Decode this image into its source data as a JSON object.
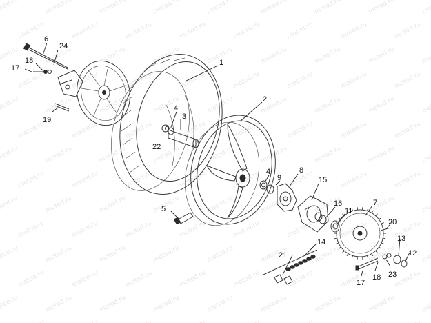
{
  "watermark": {
    "text": "motod.ru",
    "color": "#e6e6e6"
  },
  "callouts": [
    {
      "id": "c1",
      "text": "1"
    },
    {
      "id": "c2",
      "text": "2"
    },
    {
      "id": "c3",
      "text": "3"
    },
    {
      "id": "c4a",
      "text": "4"
    },
    {
      "id": "c4b",
      "text": "4"
    },
    {
      "id": "c5",
      "text": "5"
    },
    {
      "id": "c6",
      "text": "6"
    },
    {
      "id": "c7",
      "text": "7"
    },
    {
      "id": "c8",
      "text": "8"
    },
    {
      "id": "c9",
      "text": "9"
    },
    {
      "id": "c11",
      "text": "11"
    },
    {
      "id": "c12",
      "text": "12"
    },
    {
      "id": "c13",
      "text": "13"
    },
    {
      "id": "c14",
      "text": "14"
    },
    {
      "id": "c15",
      "text": "15"
    },
    {
      "id": "c16",
      "text": "16"
    },
    {
      "id": "c17a",
      "text": "17"
    },
    {
      "id": "c17b",
      "text": "17"
    },
    {
      "id": "c18a",
      "text": "18"
    },
    {
      "id": "c18b",
      "text": "18"
    },
    {
      "id": "c19",
      "text": "19"
    },
    {
      "id": "c20",
      "text": "20"
    },
    {
      "id": "c21",
      "text": "21"
    },
    {
      "id": "c22",
      "text": "22"
    },
    {
      "id": "c23",
      "text": "23"
    },
    {
      "id": "c24",
      "text": "24"
    }
  ]
}
